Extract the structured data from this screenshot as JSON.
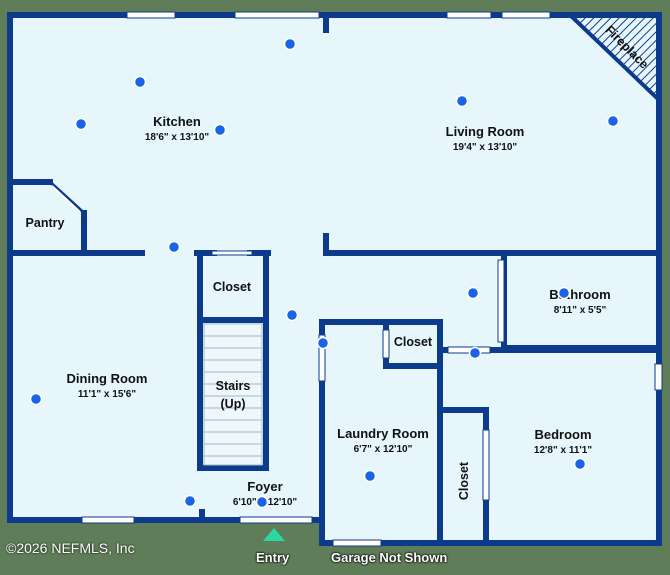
{
  "copyright": "©2026 NEFMLS, Inc",
  "entry_label": "Entry",
  "garage_label": "Garage Not Shown",
  "rooms": {
    "kitchen": {
      "name": "Kitchen",
      "dims": "18'6\" x 13'10\""
    },
    "living": {
      "name": "Living Room",
      "dims": "19'4\" x 13'10\""
    },
    "fireplace": {
      "name": "Fireplace"
    },
    "pantry": {
      "name": "Pantry"
    },
    "closet_stairs": {
      "name": "Closet"
    },
    "stairs": {
      "name": "Stairs",
      "sub": "(Up)"
    },
    "dining": {
      "name": "Dining Room",
      "dims": "11'1\" x 15'6\""
    },
    "foyer": {
      "name": "Foyer",
      "dims": "6'10\" x 12'10\""
    },
    "bathroom": {
      "name": "Bathroom",
      "dims": "8'11\" x 5'5\""
    },
    "closet_laundry": {
      "name": "Closet"
    },
    "laundry": {
      "name": "Laundry Room",
      "dims": "6'7\" x 12'10\""
    },
    "bedroom": {
      "name": "Bedroom",
      "dims": "12'8\" x 11'1\""
    },
    "closet_bedroom": {
      "name": "Closet"
    }
  },
  "colors": {
    "floor": "#e6f6fb",
    "wall": "#0d3b8c",
    "dot": "#1a63e6",
    "entry_arrow": "#2bd9a0"
  }
}
